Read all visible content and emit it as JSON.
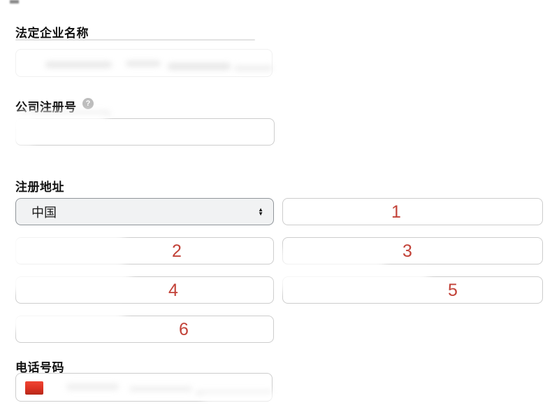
{
  "form": {
    "legal_name": {
      "label": "法定企业名称"
    },
    "registration_number": {
      "label": "公司注册号",
      "help_icon": "question-mark-circle"
    },
    "registered_address": {
      "label": "注册地址",
      "country_select": {
        "selected": "中国",
        "icon": "sort-carets"
      },
      "address_fields": [
        {
          "annotation": "1"
        },
        {
          "annotation": "2"
        },
        {
          "annotation": "3"
        },
        {
          "annotation": "4"
        },
        {
          "annotation": "5"
        },
        {
          "annotation": "6"
        }
      ]
    },
    "phone": {
      "label": "电话号码",
      "flag_icon": "china-flag"
    }
  },
  "icons": {
    "question_glyph": "?",
    "caret_up": "▲",
    "caret_down": "▼"
  },
  "colors": {
    "annotation_red": "#c24238",
    "flag_red": "#e0402c",
    "input_border": "#cdcdcd",
    "select_background": "#f1f2f3",
    "select_border": "#90959a",
    "label_text": "#111111",
    "help_icon_gray": "#bdbdbd",
    "page_background": "#ffffff"
  }
}
